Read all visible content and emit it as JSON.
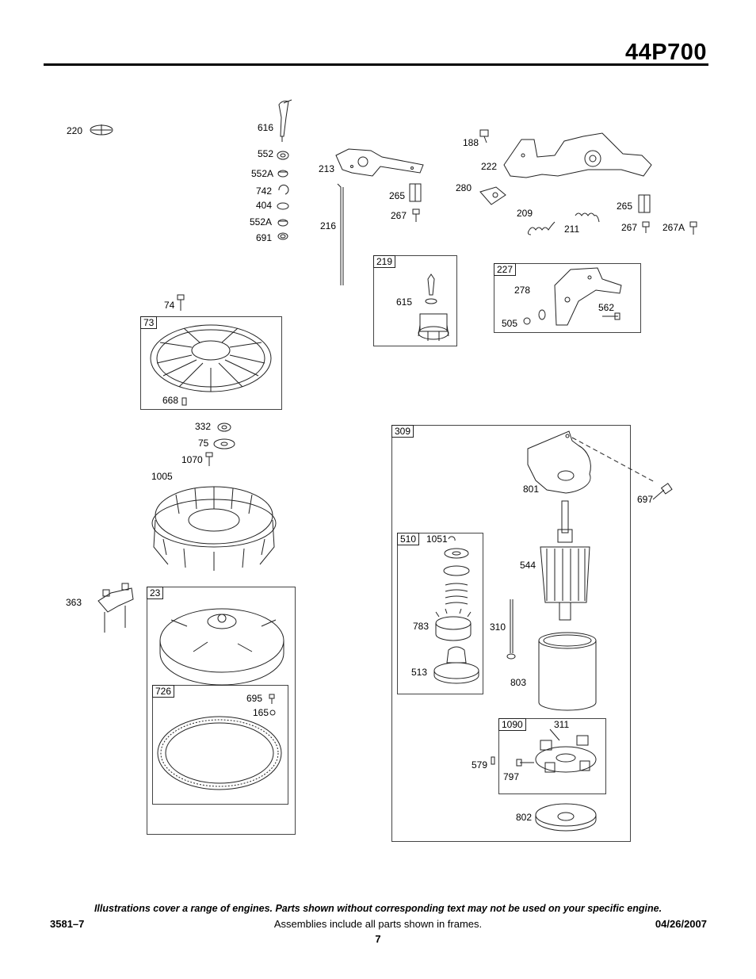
{
  "header": {
    "model": "44P700"
  },
  "part_labels": {
    "p220": "220",
    "p616": "616",
    "p552": "552",
    "p552a_1": "552A",
    "p742": "742",
    "p404": "404",
    "p552a_2": "552A",
    "p691": "691",
    "p213": "213",
    "p216": "216",
    "p188": "188",
    "p222": "222",
    "p265a": "265",
    "p267a": "267",
    "p280": "280",
    "p209": "209",
    "p211": "211",
    "p265b": "265",
    "p267b": "267",
    "p267A": "267A",
    "p615": "615",
    "p278": "278",
    "p562": "562",
    "p505": "505",
    "p74": "74",
    "p668": "668",
    "p332": "332",
    "p75": "75",
    "p1070": "1070",
    "p1005": "1005",
    "p363": "363",
    "p695": "695",
    "p165": "165",
    "p801": "801",
    "p697": "697",
    "p1051": "1051",
    "p544": "544",
    "p783": "783",
    "p310": "310",
    "p513": "513",
    "p803": "803",
    "p311": "311",
    "p579": "579",
    "p797": "797",
    "p802": "802"
  },
  "frames": {
    "f219": "219",
    "f227": "227",
    "f73": "73",
    "f309": "309",
    "f510": "510",
    "f23": "23",
    "f726": "726",
    "f1090": "1090"
  },
  "footer": {
    "disclaimer": "Illustrations cover a range of engines. Parts shown without corresponding text may not be used on your specific engine.",
    "doc_number": "3581–7",
    "assemblies_note": "Assemblies include all parts shown in frames.",
    "date": "04/26/2007",
    "page_number": "7"
  }
}
